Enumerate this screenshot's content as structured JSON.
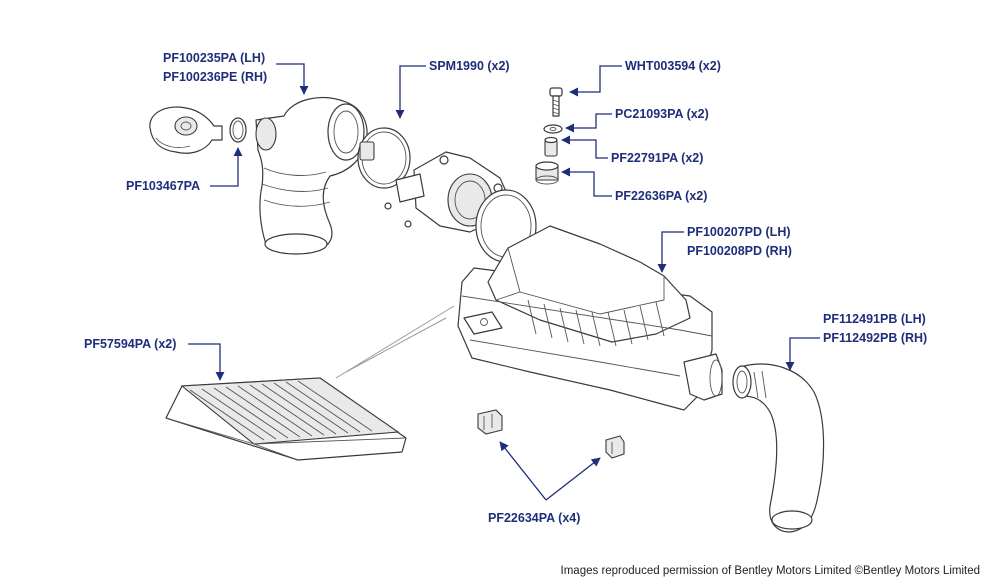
{
  "labels": {
    "hose_lh": "PF100235PA (LH)",
    "hose_rh": "PF100236PE (RH)",
    "clip": "SPM1990 (x2)",
    "bolt": "WHT003594 (x2)",
    "washer": "PC21093PA (x2)",
    "spacer": "PF22791PA (x2)",
    "grommet": "PF22636PA (x2)",
    "valve": "PF103467PA",
    "airbox_lh": "PF100207PD (LH)",
    "airbox_rh": "PF100208PD (RH)",
    "outlet_lh": "PF112491PB (LH)",
    "outlet_rh": "PF112492PB (RH)",
    "filter": "PF57594PA (x2)",
    "mount": "PF22634PA (x4)"
  },
  "credit": "Images reproduced permission of Bentley Motors Limited ©Bentley Motors Limited",
  "colors": {
    "label": "#1f2e7a",
    "line": "#3a3a3a",
    "background": "#ffffff"
  }
}
